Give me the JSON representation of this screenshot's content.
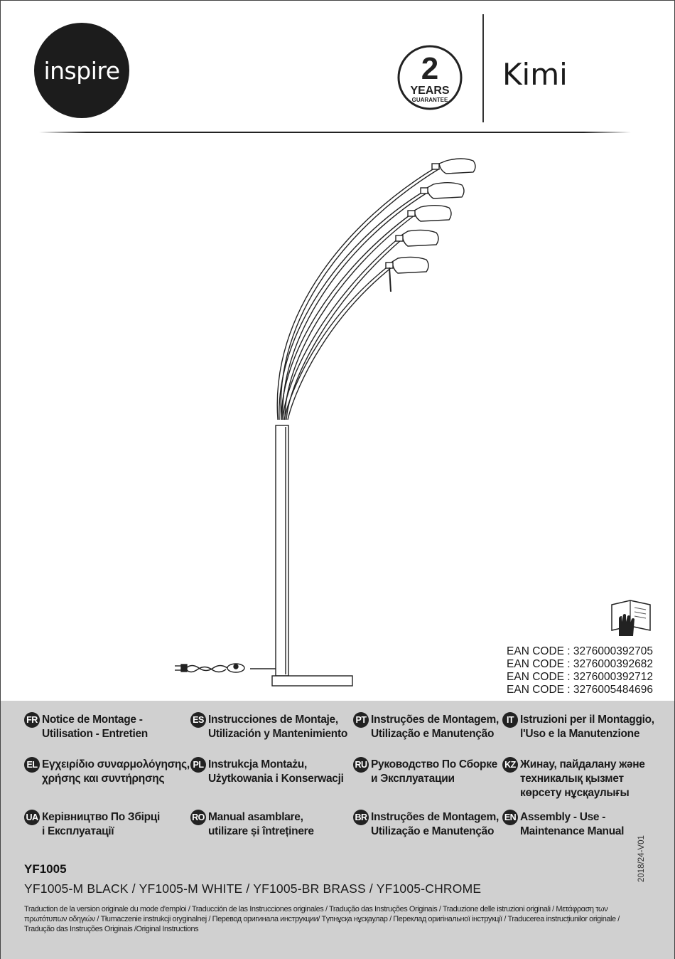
{
  "brand": {
    "logo_text": "inspire"
  },
  "guarantee": {
    "number": "2",
    "line1": "YEARS",
    "line2": "GUARANTEE"
  },
  "product": {
    "name": "Kimi"
  },
  "ean_codes": [
    "EAN CODE : 3276000392705",
    "EAN CODE : 3276000392682",
    "EAN CODE : 3276000392712",
    "EAN CODE : 3276005484696"
  ],
  "languages": [
    {
      "code": "FR",
      "text": "Notice de Montage -\nUtilisation - Entretien"
    },
    {
      "code": "ES",
      "text": "Instrucciones de Montaje,\nUtilización y Mantenimiento"
    },
    {
      "code": "PT",
      "text": "Instruções de Montagem,\nUtilização e Manutenção"
    },
    {
      "code": "IT",
      "text": "Istruzioni per il Montaggio,\nl'Uso e la Manutenzione"
    },
    {
      "code": "EL",
      "text": "Εγχειρίδιο συναρμολόγησης,\nχρήσης και συντήρησης"
    },
    {
      "code": "PL",
      "text": "Instrukcja Montażu,\nUżytkowania i Konserwacji"
    },
    {
      "code": "RU",
      "text": "Руководство По Сборке\nи Эксплуатации"
    },
    {
      "code": "KZ",
      "text": "Жинау, пайдалану және\nтехникалық қызмет\nкөрсету нұсқаулығы"
    },
    {
      "code": "UA",
      "text": "Керівництво По Збірці\nі Експлуатації"
    },
    {
      "code": "RO",
      "text": "Manual asamblare,\nutilizare și întreținere"
    },
    {
      "code": "BR",
      "text": "Instruções de Montagem,\nUtilização e Manutenção"
    },
    {
      "code": "EN",
      "text": "Assembly - Use -\nMaintenance Manual"
    }
  ],
  "version": "2018/24-V01",
  "model": "YF1005",
  "variants": "YF1005-M BLACK /  YF1005-M WHITE /  YF1005-BR BRASS /  YF1005-CHROME",
  "footnote": "Traduction de la version originale du mode d'emploi / Traducción de las Instrucciones originales / Tradução das Instruções Originais / Traduzione delle istruzioni originali  / Μετάφραση των πρωτότυπων οδηγιών / Tłumaczenie instrukcji oryginalnej / Перевод оригинала инструкции/ Түпнұсқа нұсқаулар / Переклад оригінальної інструкції / Traducerea instrucțiunilor originale / Tradução das Instruções Originais /Original Instructions",
  "icons": {
    "manual": "manual-hand-icon",
    "lamp": "floor-lamp-illustration",
    "badge": "guarantee-badge-icon"
  }
}
